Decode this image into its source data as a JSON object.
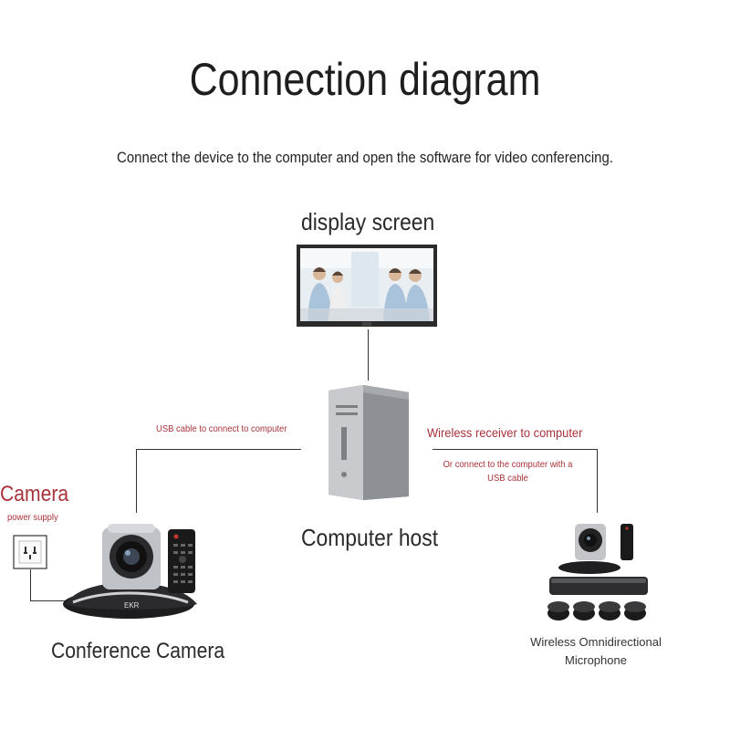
{
  "title": "Connection diagram",
  "subtitle": "Connect the device to the computer and open the software for video conferencing.",
  "display": {
    "label": "display screen"
  },
  "host": {
    "label": "Computer host"
  },
  "camera": {
    "heading": "Camera",
    "power_label": "power supply",
    "label": "Conference Camera",
    "usb_label": "USB cable to connect to computer"
  },
  "microphone": {
    "wireless_label": "Wireless receiver to computer",
    "alt_label": "Or connect to the computer with a USB cable",
    "label_line1": "Wireless Omnidirectional",
    "label_line2": "Microphone"
  },
  "colors": {
    "accent": "#a8323a",
    "line": "#333333"
  }
}
